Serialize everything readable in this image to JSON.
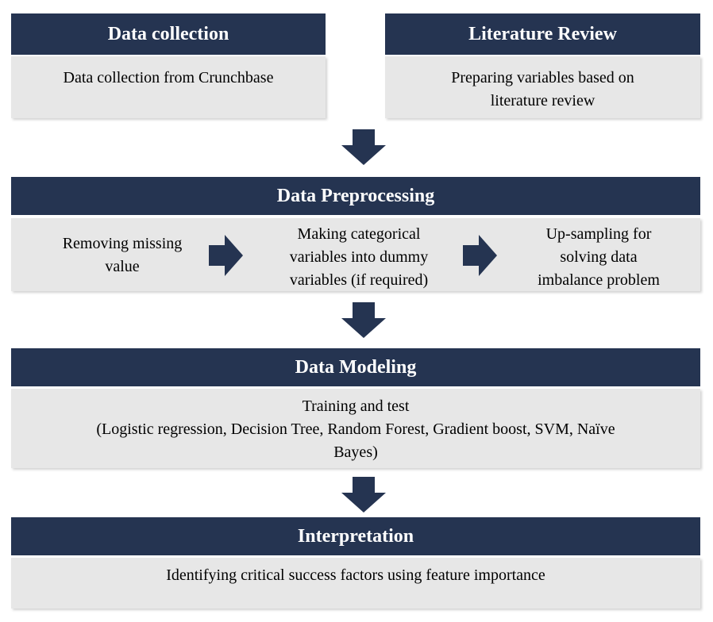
{
  "data_collection": {
    "title": "Data collection",
    "body": "Data collection from Crunchbase"
  },
  "literature_review": {
    "title": "Literature Review",
    "body_line1": "Preparing variables based on",
    "body_line2": "literature review"
  },
  "preprocessing": {
    "title": "Data Preprocessing",
    "step1_line1": "Removing missing",
    "step1_line2": "value",
    "step2_line1": "Making categorical",
    "step2_line2": "variables into dummy",
    "step2_line3": "variables (if required)",
    "step3_line1": "Up-sampling for",
    "step3_line2": "solving data",
    "step3_line3": "imbalance problem"
  },
  "modeling": {
    "title": "Data Modeling",
    "line1": "Training and test",
    "line2": "(Logistic regression, Decision Tree, Random Forest, Gradient boost, SVM, Naïve",
    "line3": "Bayes)"
  },
  "interpretation": {
    "title": "Interpretation",
    "body": "Identifying critical success factors using feature importance"
  },
  "colors": {
    "header": "#253451",
    "box": "#e7e7e7",
    "arrow": "#253451"
  }
}
